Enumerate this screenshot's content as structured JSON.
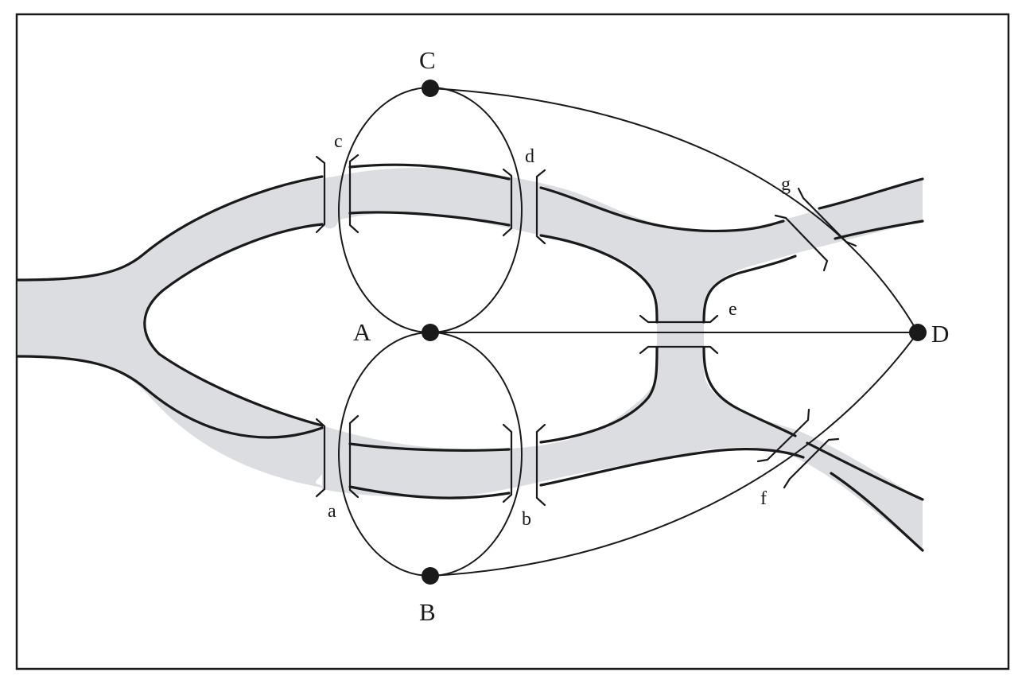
{
  "nodes": {
    "A": "A",
    "B": "B",
    "C": "C",
    "D": "D"
  },
  "bridges": {
    "a": "a",
    "b": "b",
    "c": "c",
    "d": "d",
    "e": "e",
    "f": "f",
    "g": "g"
  },
  "colors": {
    "water": "#dcdde0",
    "ink": "#1a1a1a",
    "background": "#ffffff"
  }
}
